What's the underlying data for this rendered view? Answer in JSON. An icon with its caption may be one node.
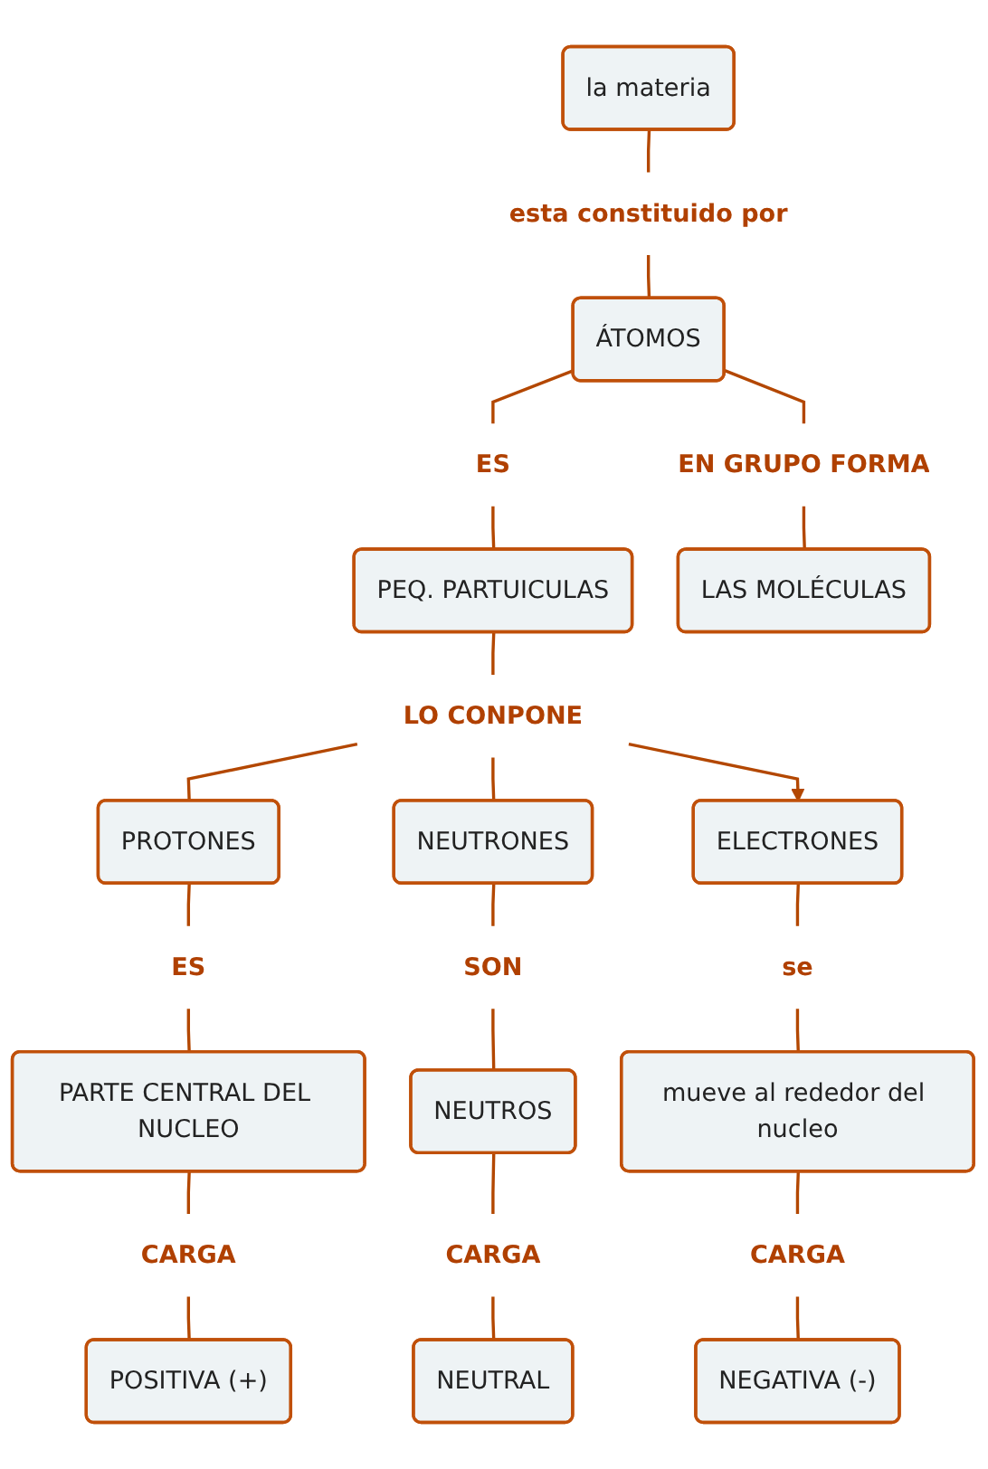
{
  "diagram": {
    "nodes": [
      {
        "text": [
          "la materia"
        ]
      },
      {
        "text": [
          "esta constituido por"
        ]
      },
      {
        "text": [
          "ÁTOMOS"
        ]
      },
      {
        "text": [
          "ES"
        ]
      },
      {
        "text": [
          "EN GRUPO FORMA"
        ]
      },
      {
        "text": [
          "PEQ. PARTUICULAS"
        ]
      },
      {
        "text": [
          "LAS MOLÉCULAS"
        ]
      },
      {
        "text": [
          "LO CONPONE"
        ]
      },
      {
        "text": [
          "PROTONES"
        ]
      },
      {
        "text": [
          "NEUTRONES"
        ]
      },
      {
        "text": [
          "ELECTRONES"
        ]
      },
      {
        "text": [
          "ES"
        ]
      },
      {
        "text": [
          "SON"
        ]
      },
      {
        "text": [
          "se"
        ]
      },
      {
        "text": [
          "PARTE CENTRAL DEL NUCLEO"
        ]
      },
      {
        "text": [
          "NEUTROS"
        ]
      },
      {
        "text": [
          "mueve al rededor del nucleo"
        ]
      },
      {
        "text": [
          "CARGA"
        ]
      },
      {
        "text": [
          "CARGA"
        ]
      },
      {
        "text": [
          "CARGA"
        ]
      },
      {
        "text": [
          "POSITIVA (+)"
        ]
      },
      {
        "text": [
          "NEUTRAL"
        ]
      },
      {
        "text": [
          "NEGATIVA (-)"
        ]
      }
    ],
    "edges": [
      {
        "from": 0,
        "to": 1,
        "arrow": "none"
      },
      {
        "from": 1,
        "to": 2,
        "arrow": "none"
      },
      {
        "from": 2,
        "to": 3,
        "arrow": "none"
      },
      {
        "from": 2,
        "to": 4,
        "arrow": "none"
      },
      {
        "from": 3,
        "to": 5,
        "arrow": "none"
      },
      {
        "from": 4,
        "to": 6,
        "arrow": "none"
      },
      {
        "from": 5,
        "to": 7,
        "arrow": "none"
      },
      {
        "from": 7,
        "to": 8,
        "arrow": "none"
      },
      {
        "from": 7,
        "to": 9,
        "arrow": "none"
      },
      {
        "from": 7,
        "to": 10,
        "arrow": "to"
      },
      {
        "from": 8,
        "to": 11,
        "arrow": "none"
      },
      {
        "from": 9,
        "to": 12,
        "arrow": "none"
      },
      {
        "from": 10,
        "to": 13,
        "arrow": "none"
      },
      {
        "from": 11,
        "to": 14,
        "arrow": "none"
      },
      {
        "from": 12,
        "to": 15,
        "arrow": "none"
      },
      {
        "from": 13,
        "to": 16,
        "arrow": "none"
      },
      {
        "from": 14,
        "to": 17,
        "arrow": "none"
      },
      {
        "from": 15,
        "to": 18,
        "arrow": "none"
      },
      {
        "from": 16,
        "to": 19,
        "arrow": "none"
      },
      {
        "from": 17,
        "to": 20,
        "arrow": "none"
      },
      {
        "from": 18,
        "to": 21,
        "arrow": "none"
      },
      {
        "from": 19,
        "to": 22,
        "arrow": "none"
      }
    ]
  }
}
